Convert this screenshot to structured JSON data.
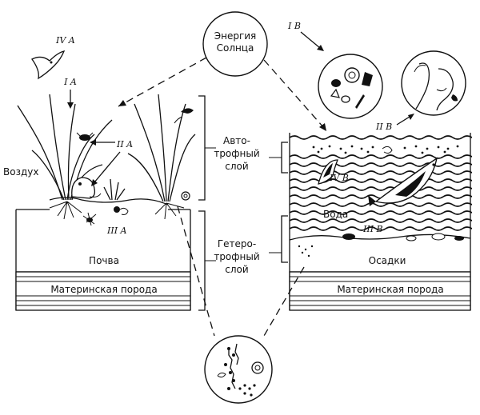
{
  "labels": {
    "sun_line1": "Энергия",
    "sun_line2": "Солнца",
    "air": "Воздух",
    "soil": "Почва",
    "bedrock_left": "Материнская порода",
    "bedrock_right": "Материнская порода",
    "autotrophic_line1": "Авто-",
    "autotrophic_line2": "трофный",
    "autotrophic_line3": "слой",
    "heterotrophic_line1": "Гетеро-",
    "heterotrophic_line2": "трофный",
    "heterotrophic_line3": "слой",
    "water": "Вода",
    "sediments": "Осадки"
  },
  "markers": {
    "IA": "I A",
    "IIA": "II A",
    "IIIA": "III A",
    "IVA": "IV A",
    "IB": "I B",
    "IIB": "II B",
    "IIIB": "III B",
    "IVB": "IV B"
  }
}
